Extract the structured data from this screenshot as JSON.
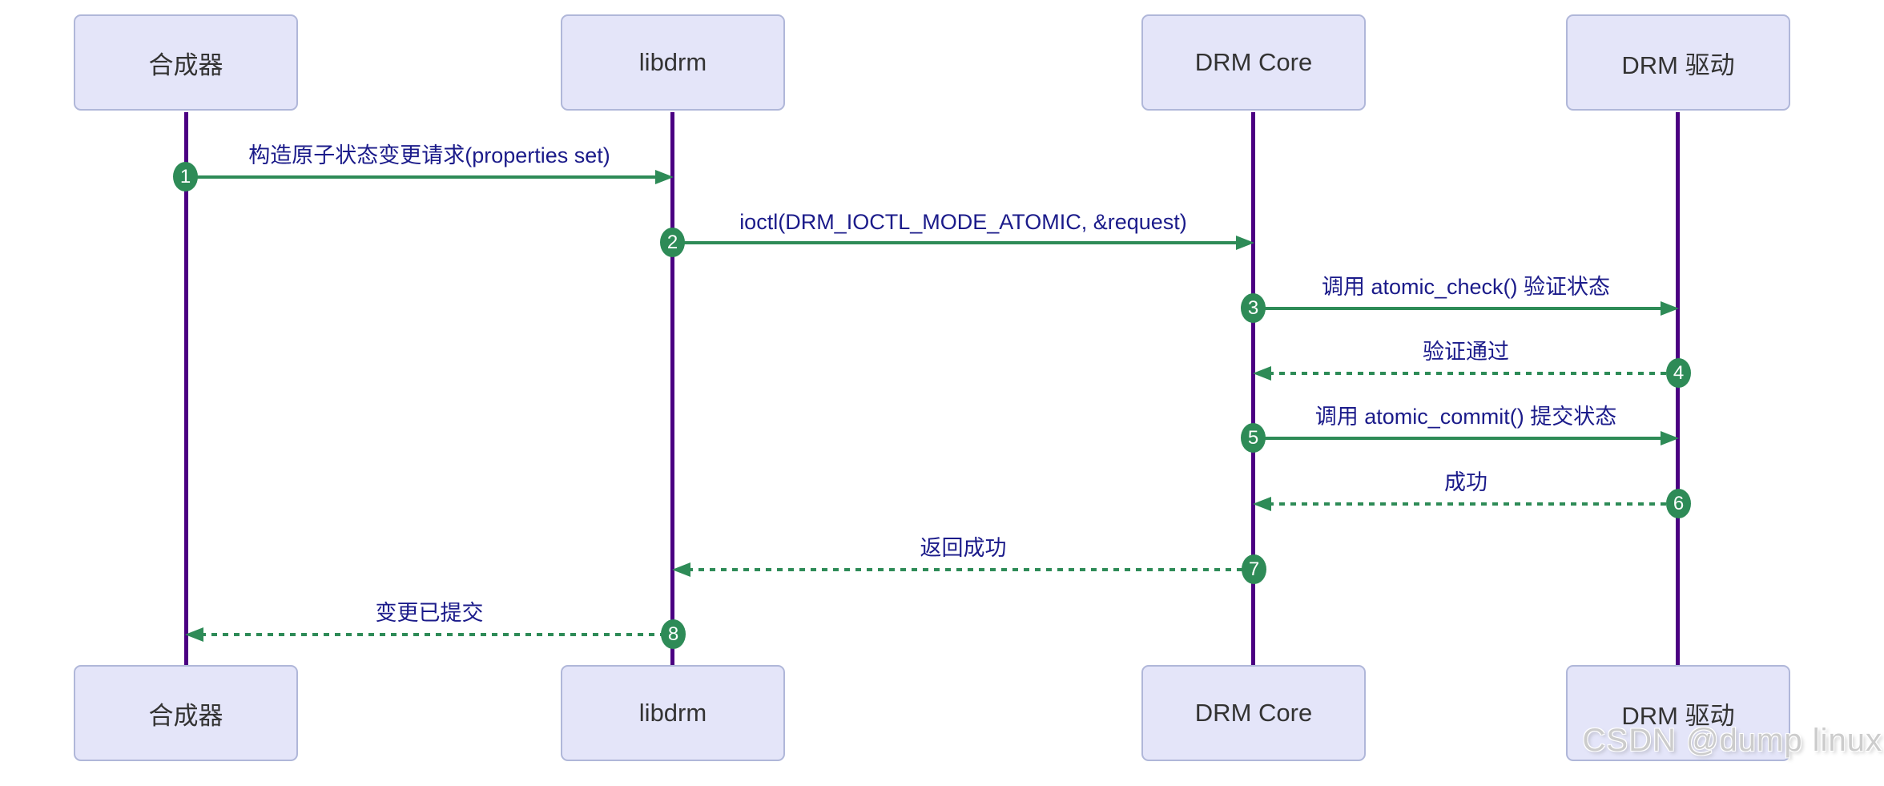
{
  "diagram_type": "sequence-diagram",
  "actors": [
    {
      "id": "compositor",
      "name": "合成器"
    },
    {
      "id": "libdrm",
      "name": "libdrm"
    },
    {
      "id": "drm-core",
      "name": "DRM Core"
    },
    {
      "id": "drm-driver",
      "name": "DRM 驱动"
    }
  ],
  "messages": [
    {
      "seq": "1",
      "from": "合成器",
      "to": "libdrm",
      "line": "solid",
      "label": "构造原子状态变更请求(properties set)"
    },
    {
      "seq": "2",
      "from": "libdrm",
      "to": "DRM Core",
      "line": "solid",
      "label": "ioctl(DRM_IOCTL_MODE_ATOMIC, &request)"
    },
    {
      "seq": "3",
      "from": "DRM Core",
      "to": "DRM 驱动",
      "line": "solid",
      "label": "调用 atomic_check() 验证状态"
    },
    {
      "seq": "4",
      "from": "DRM 驱动",
      "to": "DRM Core",
      "line": "dashed",
      "label": "验证通过"
    },
    {
      "seq": "5",
      "from": "DRM Core",
      "to": "DRM 驱动",
      "line": "solid",
      "label": "调用 atomic_commit() 提交状态"
    },
    {
      "seq": "6",
      "from": "DRM 驱动",
      "to": "DRM Core",
      "line": "dashed",
      "label": "成功"
    },
    {
      "seq": "7",
      "from": "DRM Core",
      "to": "libdrm",
      "line": "dashed",
      "label": "返回成功"
    },
    {
      "seq": "8",
      "from": "libdrm",
      "to": "合成器",
      "line": "dashed",
      "label": "变更已提交"
    }
  ],
  "watermark": {
    "text": "CSDN @dump linux"
  },
  "colors": {
    "actor_fill": "#e4e5f9",
    "actor_border": "#b0b7d9",
    "actor_text": "#333333",
    "lifeline": "#4b0082",
    "signal": "#2e8b57",
    "message_text": "#1b1b8a",
    "watermark": "#cccccc"
  }
}
